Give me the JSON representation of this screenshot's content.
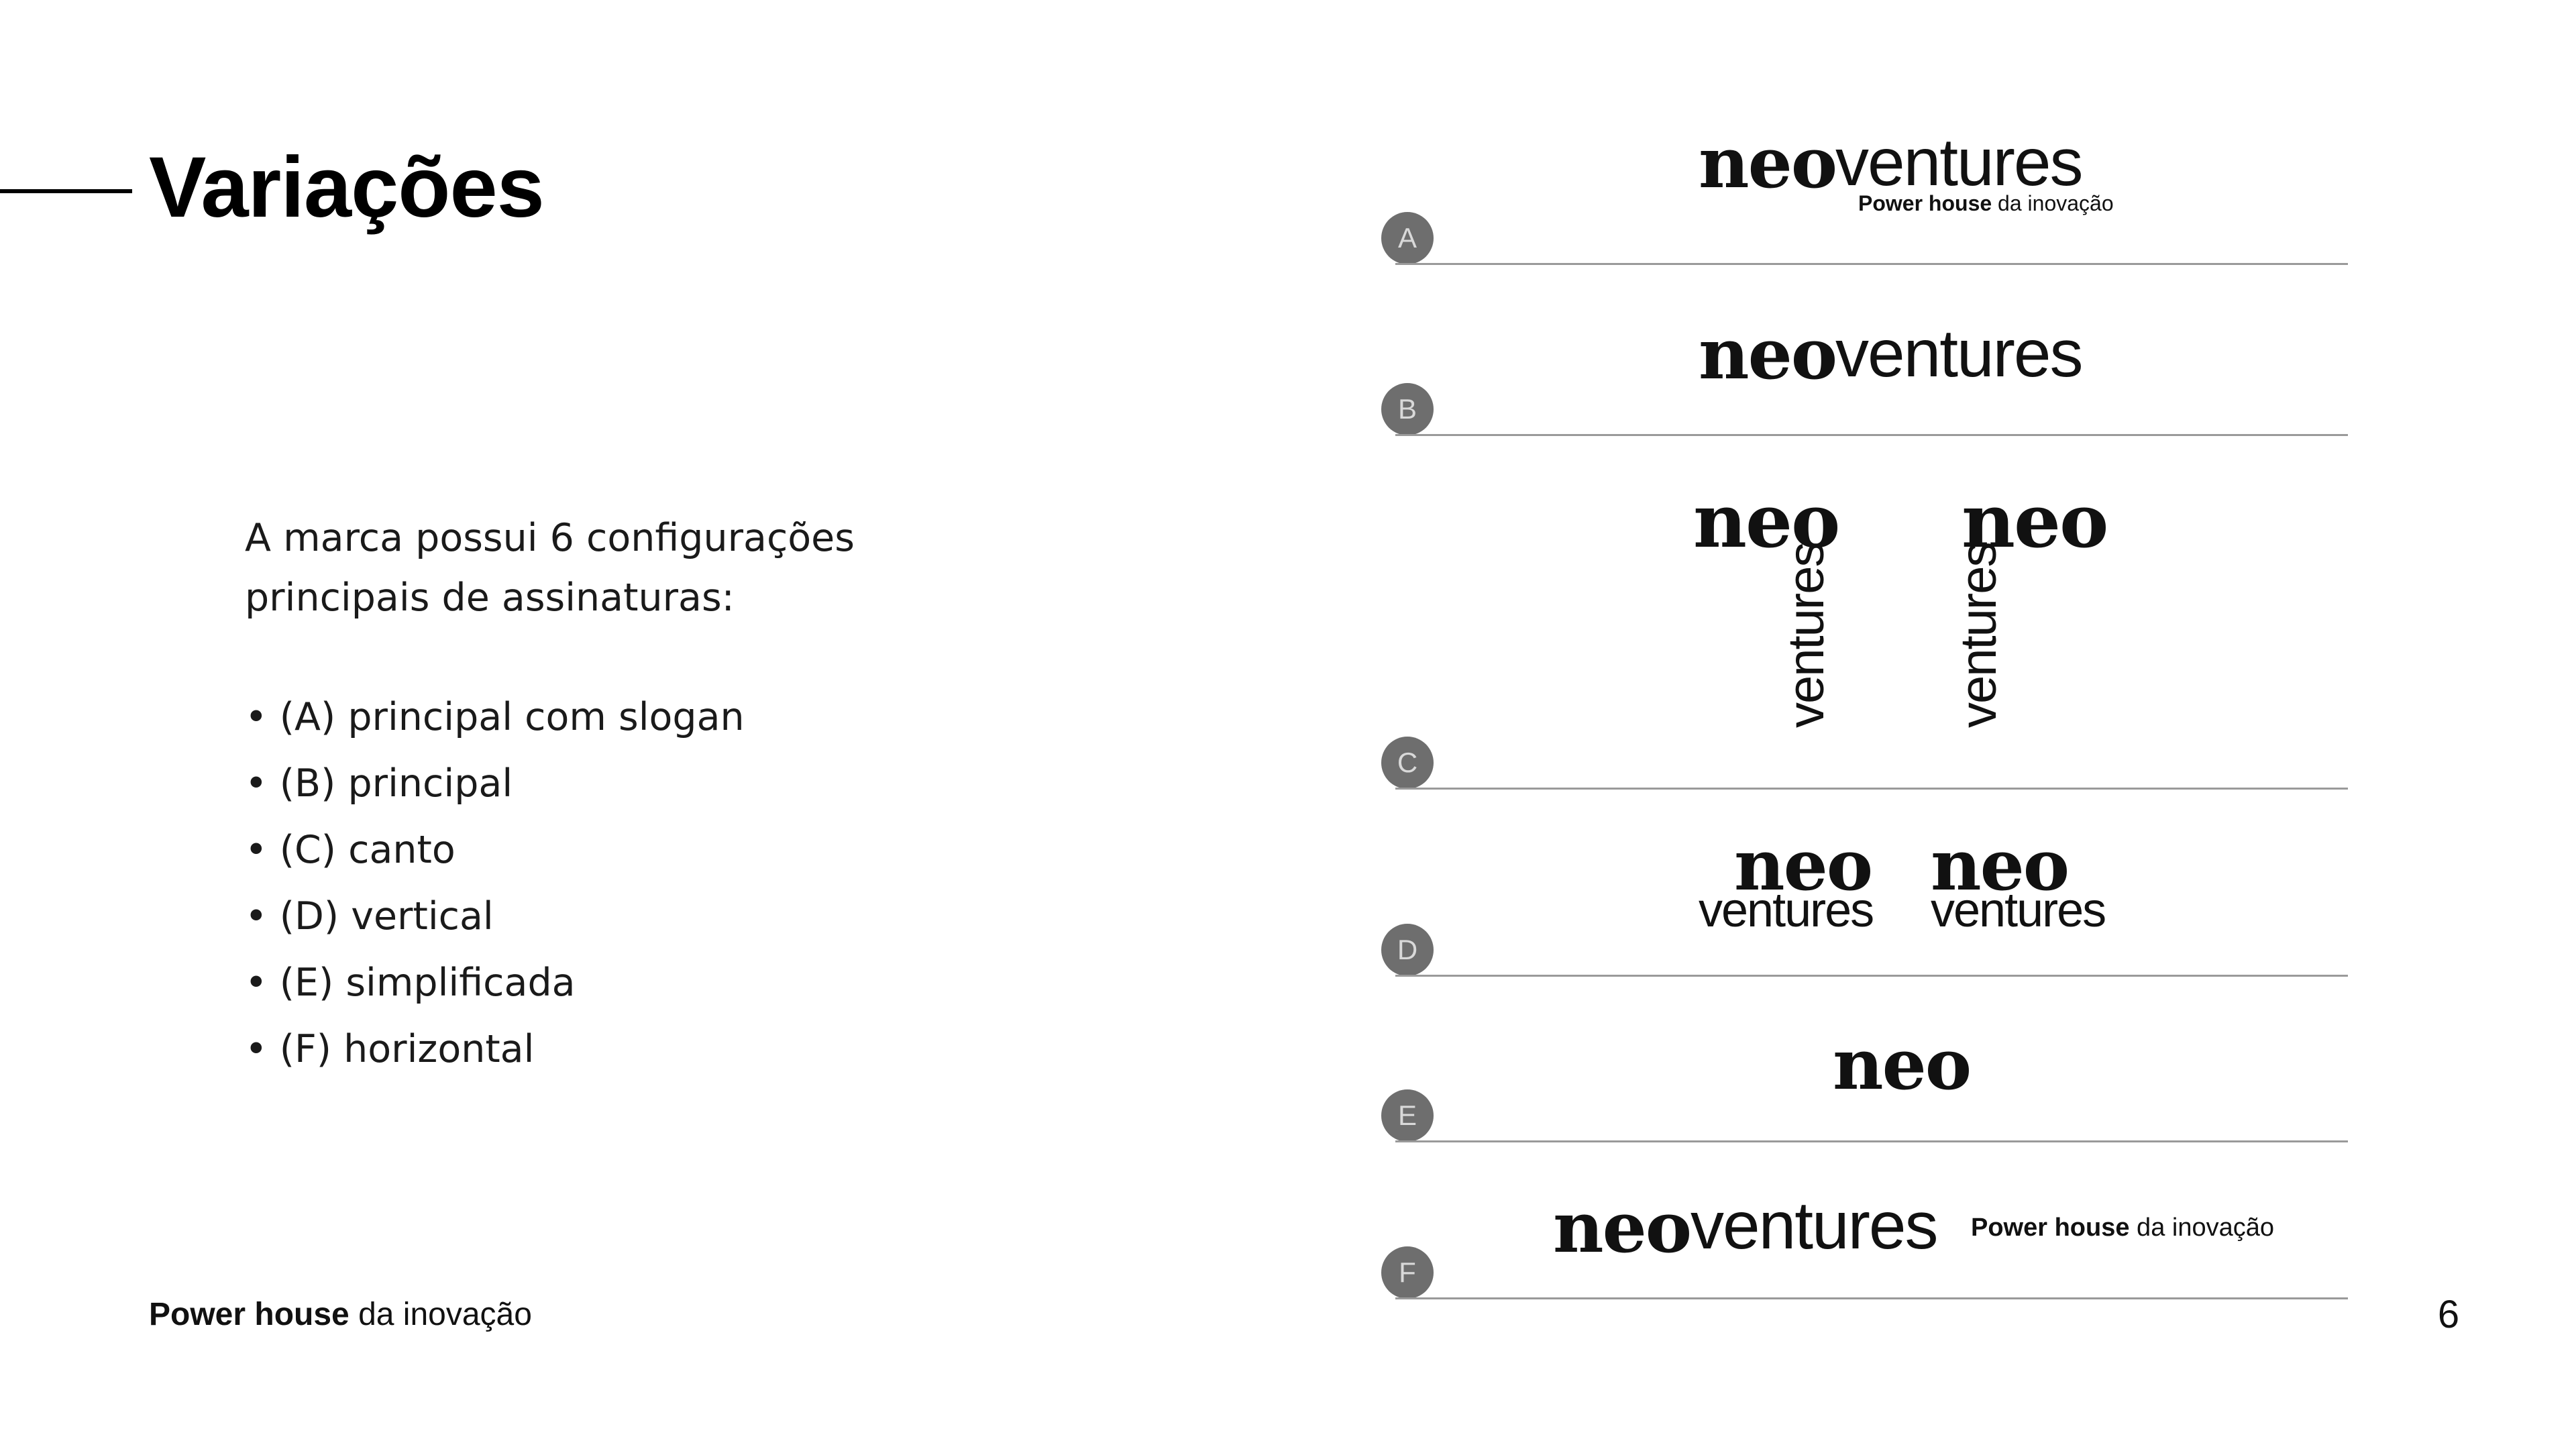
{
  "page": {
    "title": "Variações",
    "intro": "A marca possui 6 configurações principais de assinaturas:",
    "bullets": [
      "(A) principal com slogan",
      "(B) principal",
      "(C) canto",
      "(D) vertical",
      "(E) simplificada",
      "(F) horizontal"
    ],
    "footer": {
      "slogan_bold": "Power house",
      "slogan_rest": " da inovação",
      "page_number": "6"
    }
  },
  "logo": {
    "neo": "neo",
    "ventures": "ventures",
    "slogan_bold": "Power house",
    "slogan_rest": " da inovação"
  },
  "variations": {
    "a": {
      "letter": "A"
    },
    "b": {
      "letter": "B"
    },
    "c": {
      "letter": "C"
    },
    "d": {
      "letter": "D"
    },
    "e": {
      "letter": "E"
    },
    "f": {
      "letter": "F"
    }
  },
  "colors": {
    "text": "#111111",
    "badge": "#6e6e6e",
    "badge_text": "#d9d9d9",
    "rule": "#9a9a9a"
  }
}
